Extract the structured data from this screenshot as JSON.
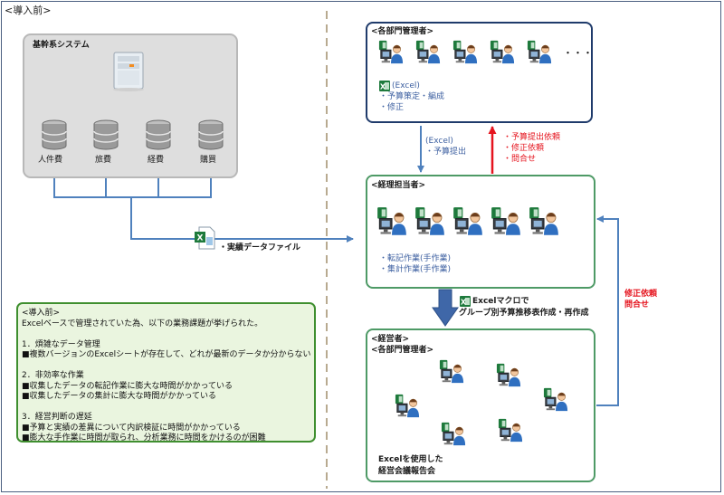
{
  "title": "<導入前>",
  "system": {
    "title": "基幹系システム",
    "dbs": [
      {
        "label": "人件費",
        "icon": "database-icon"
      },
      {
        "label": "旅費",
        "icon": "database-icon"
      },
      {
        "label": "経費",
        "icon": "database-icon"
      },
      {
        "label": "購買",
        "icon": "database-icon"
      }
    ],
    "server_icon": "server-icon"
  },
  "file_label": "・実績データファイル",
  "dept": {
    "title": "<各部門管理者>",
    "ellipsis": "・・・",
    "excel": "(Excel)",
    "items": [
      "・予算策定・編成",
      "・修正"
    ]
  },
  "up_arrow_labels": [
    "(Excel)",
    "・予算提出"
  ],
  "down_arrow_labels": [
    "・予算提出依頼",
    "・修正依頼",
    "・問合せ"
  ],
  "keiri": {
    "title": "<経理担当者>",
    "items": [
      "・転記作業(手作業)",
      "・集計作業(手作業)"
    ]
  },
  "macro_labels": [
    "Excelマクロで",
    "グループ別予算推移表作成・再作成"
  ],
  "right_labels": [
    "修正依頼",
    "問合せ"
  ],
  "mgmt": {
    "title1": "<経営者>",
    "title2": "<各部門管理者>",
    "caption": [
      "Excelを使用した",
      "経営会議報告会"
    ]
  },
  "note": {
    "lines": [
      "<導入前>",
      "Excelベースで管理されていた為、以下の業務課題が挙げられた。",
      "",
      "1．煩雑なデータ管理",
      "■複数バージョンのExcelシートが存在して、どれが最新のデータか分からない",
      "",
      "2．非効率な作業",
      "■収集したデータの転記作業に膨大な時間がかかっている",
      "■収集したデータの集計に膨大な時間がかかっている",
      "",
      "3．経営判断の遅延",
      "■予算と実績の差異について内訳検証に時間がかかっている",
      "■膨大な手作業に時間が取られ、分析業務に時間をかけるのが困難"
    ]
  },
  "colors": {
    "arrow_blue": "#4f81bd",
    "arrow_red": "#e5141e",
    "box_green": "#4e9a66",
    "box_navy": "#1f3b6b",
    "note_bg": "#eaf5df"
  }
}
